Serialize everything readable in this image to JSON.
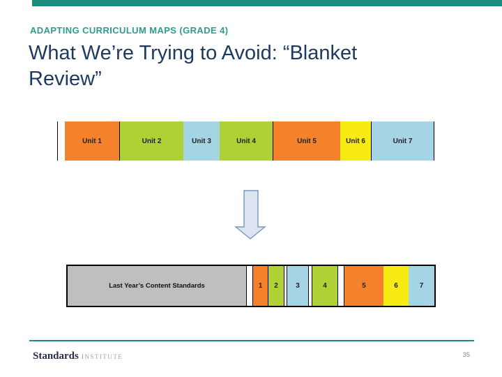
{
  "slide": {
    "kicker": "ADAPTING CURRICULUM MAPS (GRADE 4)",
    "title_line1": "What We’re Trying to Avoid: “Blanket",
    "title_line2": "Review”"
  },
  "colors": {
    "accent_teal": "#1B8C80",
    "kicker_teal": "#2E9B8D",
    "title_navy": "#1F3A60",
    "orange": "#F5812B",
    "green": "#AFD136",
    "blue": "#A5D5E5",
    "yellow": "#F7EB13",
    "gray": "#BFBFBF",
    "arrow_fill": "#DCE4F1",
    "arrow_stroke": "#7B93B8",
    "logo_navy": "#232C4E",
    "logo_gray": "#9AA5B5"
  },
  "units_bar": {
    "segments": [
      {
        "label": "Unit 1",
        "color": "orange"
      },
      {
        "label": "Unit 2",
        "color": "green"
      },
      {
        "label": "Unit 3",
        "color": "blue"
      },
      {
        "label": "Unit 4",
        "color": "green"
      },
      {
        "label": "Unit 5",
        "color": "orange"
      },
      {
        "label": "Unit 6",
        "color": "yellow"
      },
      {
        "label": "Unit 7",
        "color": "blue"
      }
    ]
  },
  "standards_bar": {
    "label": "Last Year’s Content Standards",
    "label_box_color": "gray",
    "segments": [
      {
        "label": "1",
        "color": "orange"
      },
      {
        "label": "2",
        "color": "green"
      },
      {
        "label": "3",
        "color": "blue"
      },
      {
        "label": "4",
        "color": "green"
      },
      {
        "label": "5",
        "color": "orange"
      },
      {
        "label": "6",
        "color": "yellow"
      },
      {
        "label": "7",
        "color": "blue"
      }
    ]
  },
  "footer": {
    "logo_primary": "Standards",
    "logo_secondary": "INSTITUTE",
    "page_number": "35"
  }
}
